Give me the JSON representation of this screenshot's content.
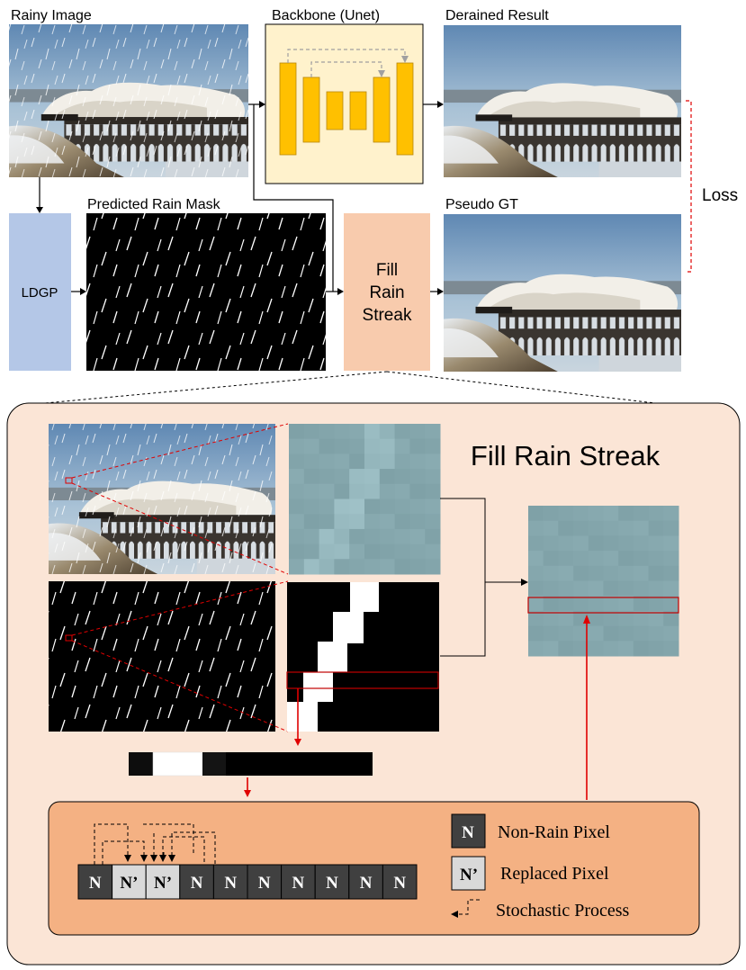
{
  "top": {
    "rainy_image_label": "Rainy Image",
    "backbone_label": "Backbone (Unet)",
    "derained_label": "Derained Result",
    "mask_label": "Predicted Rain Mask",
    "pseudo_label": "Pseudo GT",
    "ldgp_label": "LDGP",
    "fill_line1": "Fill",
    "fill_line2": "Rain",
    "fill_line3": "Streak",
    "loss_label": "Loss"
  },
  "detail": {
    "title": "Fill Rain Streak"
  },
  "process": {
    "pixels": [
      "N",
      "N’",
      "N’",
      "N",
      "N",
      "N",
      "N",
      "N",
      "N",
      "N"
    ],
    "legend": {
      "nonrain_symbol": "N",
      "nonrain_label": "Non-Rain Pixel",
      "replaced_symbol": "N’",
      "replaced_label": "Replaced Pixel",
      "stochastic_label": "Stochastic Process"
    }
  },
  "colors": {
    "unet_bg": "#fff2cc",
    "unet_block": "#ffc000",
    "ldgp_box": "#b4c7e7",
    "fill_box": "#f8cbad",
    "detail_bg": "#fbe5d6",
    "process_bg": "#f4b183",
    "patch": "#8fa9b3",
    "red": "#e00000"
  }
}
